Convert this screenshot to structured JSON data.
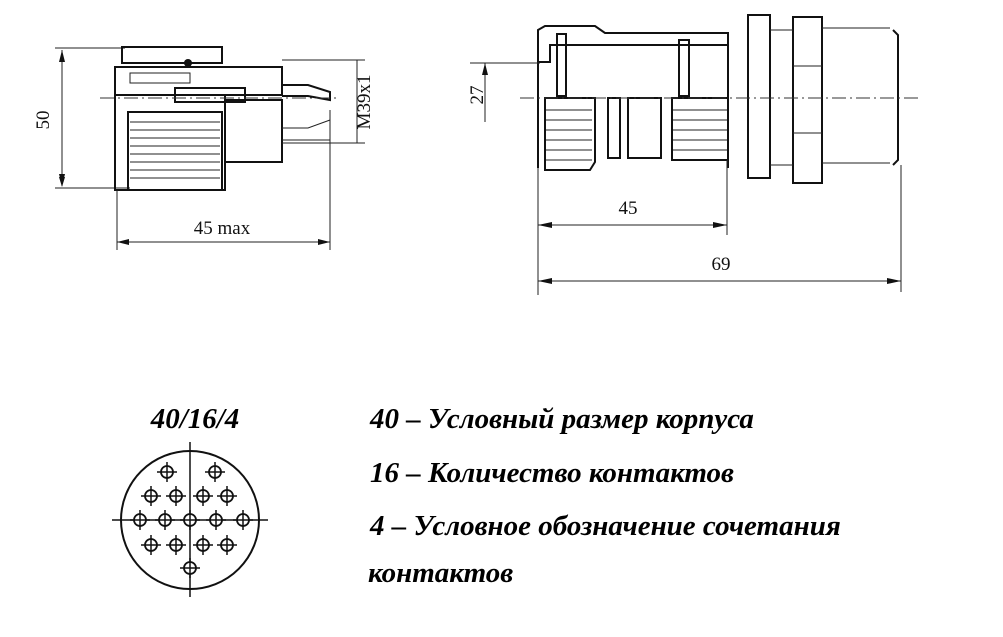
{
  "drawing_left": {
    "dim_height": "50",
    "dim_length": "45 max",
    "dim_thread": "M39x1"
  },
  "drawing_right": {
    "dim_radius": "27",
    "dim_body_length": "45",
    "dim_total_length": "69"
  },
  "pin_layout": {
    "designation": "40/16/4",
    "pin_count": 16
  },
  "legend": {
    "line1": "40 – Условный размер корпуса",
    "line2": "16 – Количество контактов",
    "line3": "4 – Условное обозначение сочетания",
    "line4": "контактов"
  }
}
